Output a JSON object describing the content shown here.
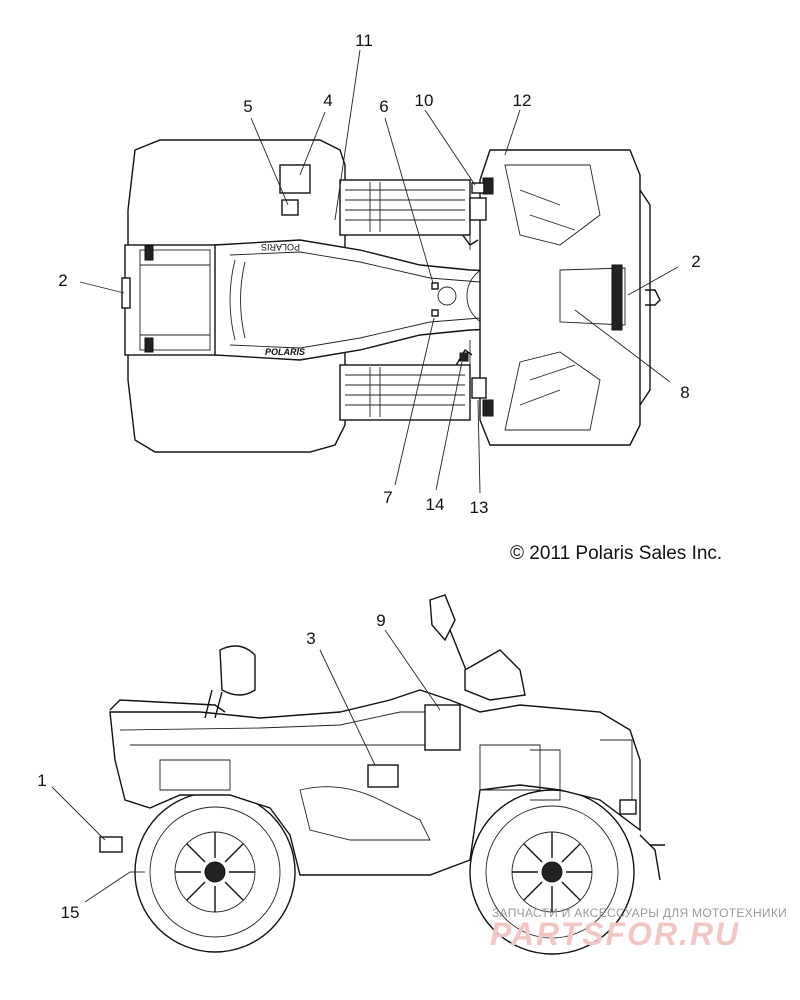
{
  "diagram": {
    "copyright": "© 2011 Polaris Sales Inc.",
    "logo_text_top": "POLARIS",
    "logo_text_bottom": "POLARIS",
    "callouts": [
      {
        "id": "c1",
        "label": "1"
      },
      {
        "id": "c2a",
        "label": "2"
      },
      {
        "id": "c2b",
        "label": "2"
      },
      {
        "id": "c3",
        "label": "3"
      },
      {
        "id": "c4",
        "label": "4"
      },
      {
        "id": "c5",
        "label": "5"
      },
      {
        "id": "c6",
        "label": "6"
      },
      {
        "id": "c7",
        "label": "7"
      },
      {
        "id": "c8",
        "label": "8"
      },
      {
        "id": "c9",
        "label": "9"
      },
      {
        "id": "c10",
        "label": "10"
      },
      {
        "id": "c11",
        "label": "11"
      },
      {
        "id": "c12",
        "label": "12"
      },
      {
        "id": "c13",
        "label": "13"
      },
      {
        "id": "c14",
        "label": "14"
      },
      {
        "id": "c15",
        "label": "15"
      }
    ]
  },
  "watermark": {
    "tagline": "ЗАПЧАСТИ И АКСЕССУАРЫ ДЛЯ МОТОТЕХНИКИ",
    "brand": "PARTSFOR.RU"
  }
}
